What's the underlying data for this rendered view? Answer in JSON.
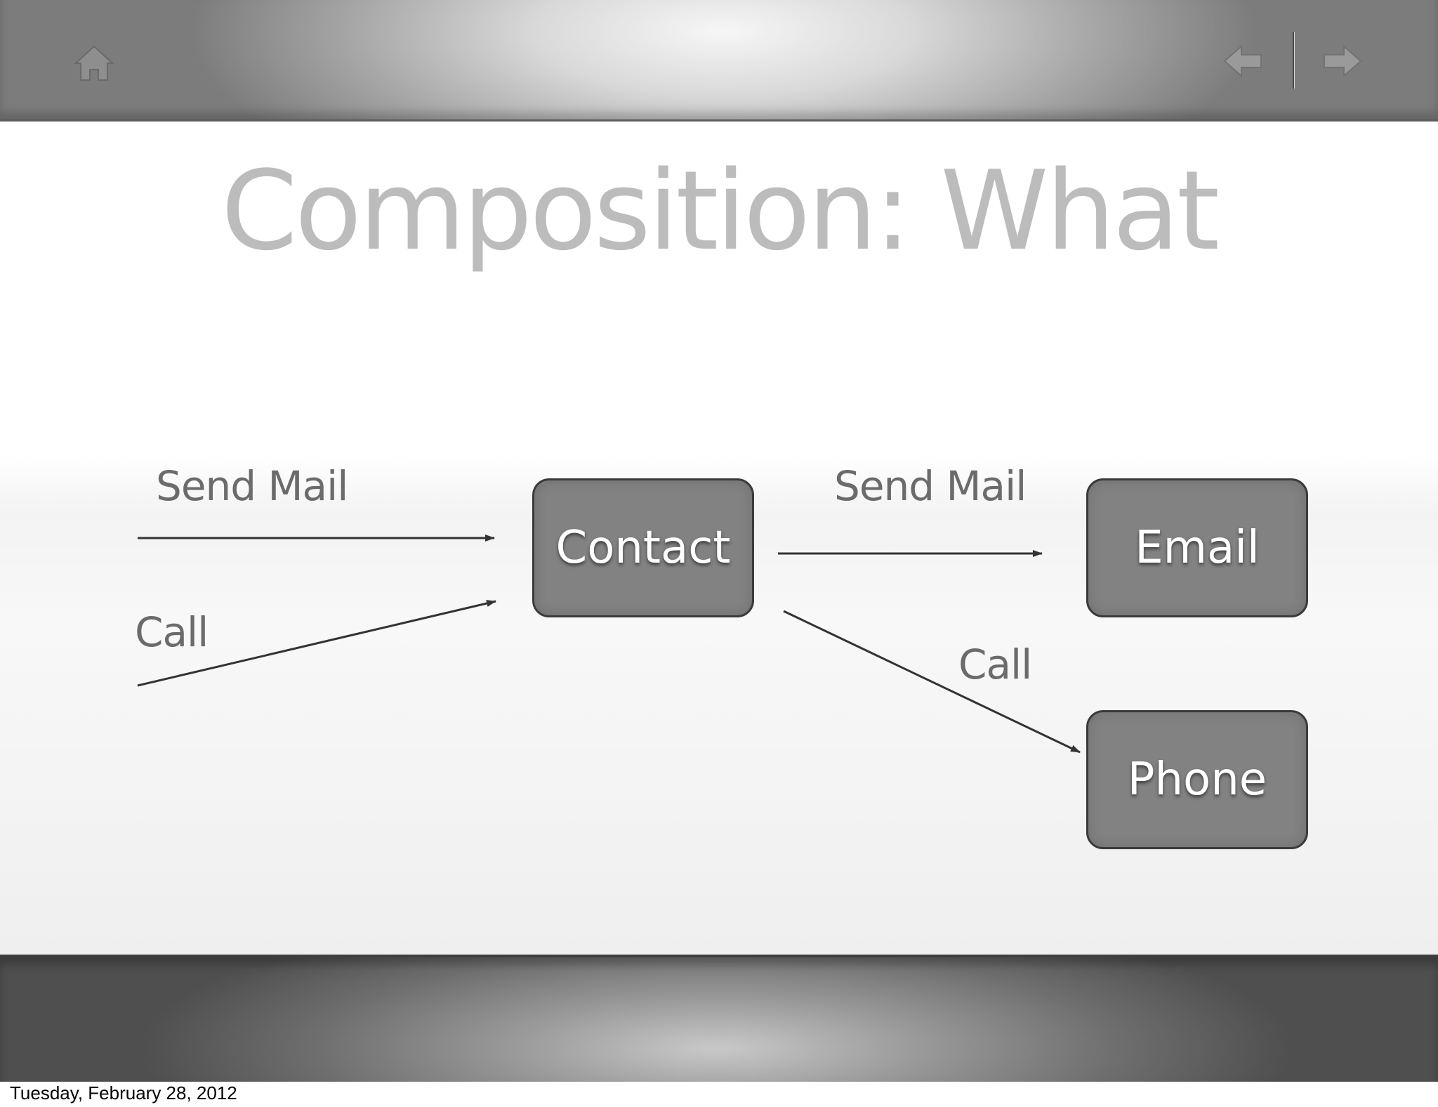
{
  "slide": {
    "title": "Composition: What"
  },
  "nav": {
    "home_icon": "home-icon",
    "prev_icon": "arrow-left-icon",
    "next_icon": "arrow-right-icon"
  },
  "diagram": {
    "nodes": [
      {
        "id": "contact",
        "label": "Contact"
      },
      {
        "id": "email",
        "label": "Email"
      },
      {
        "id": "phone",
        "label": "Phone"
      }
    ],
    "edges": [
      {
        "from": "external",
        "to": "contact",
        "label": "Send Mail"
      },
      {
        "from": "external",
        "to": "contact",
        "label": "Call"
      },
      {
        "from": "contact",
        "to": "email",
        "label": "Send Mail"
      },
      {
        "from": "contact",
        "to": "phone",
        "label": "Call"
      }
    ]
  },
  "footer": {
    "date": "Tuesday, February 28, 2012"
  },
  "colors": {
    "node_fill": "#828282",
    "node_border": "#3a3a3a",
    "edge_line": "#333333",
    "title_text": "#bcbcbc",
    "label_text": "#6b6b6b"
  }
}
